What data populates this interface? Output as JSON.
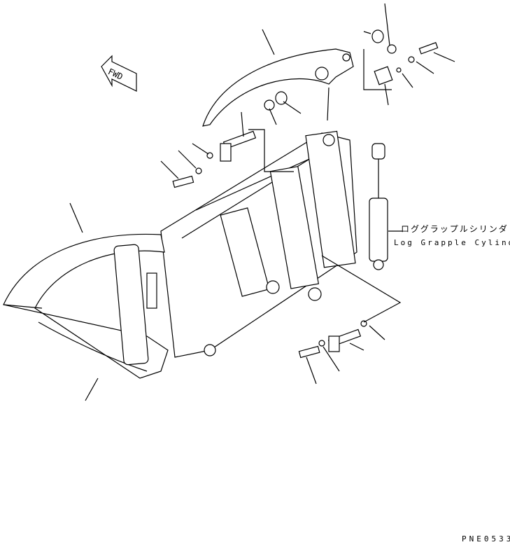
{
  "fwd_arrow": {
    "label": "FWD",
    "icon": "forward-arrow-icon"
  },
  "callout": {
    "jp": "ロググラップルシリンダ",
    "en": "Log Grapple Cylinder"
  },
  "drawing_code": "PNE0533"
}
